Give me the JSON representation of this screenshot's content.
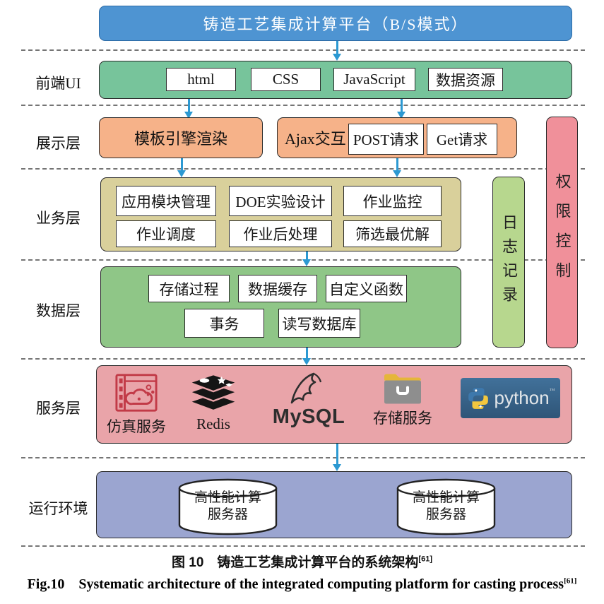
{
  "banner": {
    "title": "铸造工艺集成计算平台（B/S模式）"
  },
  "frontend": {
    "label": "前端UI",
    "items": [
      "html",
      "CSS",
      "JavaScript",
      "数据资源"
    ]
  },
  "display": {
    "label": "展示层",
    "template_render": "模板引擎渲染",
    "ajax": "Ajax交互",
    "post": "POST请求",
    "get": "Get请求"
  },
  "business": {
    "label": "业务层",
    "items": [
      "应用模块管理",
      "DOE实验设计",
      "作业监控",
      "作业调度",
      "作业后处理",
      "筛选最优解"
    ]
  },
  "data_layer": {
    "label": "数据层",
    "row1": [
      "存储过程",
      "数据缓存",
      "自定义函数"
    ],
    "row2": [
      "事务",
      "读写数据库"
    ]
  },
  "service": {
    "label": "服务层",
    "sim": "仿真服务",
    "redis": "Redis",
    "mysql": "MySQL",
    "storage": "存储服务",
    "python": "python",
    "python_tm": "™"
  },
  "runtime": {
    "label": "运行环境",
    "server_line1": "高性能计算",
    "server_line2": "服务器"
  },
  "side": {
    "log": "日志记录",
    "permission": "权限控制"
  },
  "caption": {
    "zh": "图 10　铸造工艺集成计算平台的系统架构",
    "zh_ref": "[61]",
    "en": "Fig.10　Systematic architecture of the integrated computing platform for casting process",
    "en_ref": "[61]"
  },
  "icons": {
    "sim": "simulation-service-icon",
    "redis": "redis-stack-icon",
    "mysql": "mysql-dolphin-icon",
    "storage": "storage-folder-icon",
    "python": "python-snakes-icon",
    "server": "server-cylinder-icon",
    "arrow": "down-arrow-icon"
  },
  "colors": {
    "banner_blue": "#4e94d2",
    "frontend_green": "#77c49b",
    "display_orange": "#f6b289",
    "business_tan": "#d9d09b",
    "data_green": "#8fc687",
    "log_green": "#b7d78e",
    "permission_pink": "#f0909a",
    "service_pink": "#e9a4a9",
    "runtime_purple": "#9ba5d0",
    "arrow_blue": "#2c99d2"
  }
}
